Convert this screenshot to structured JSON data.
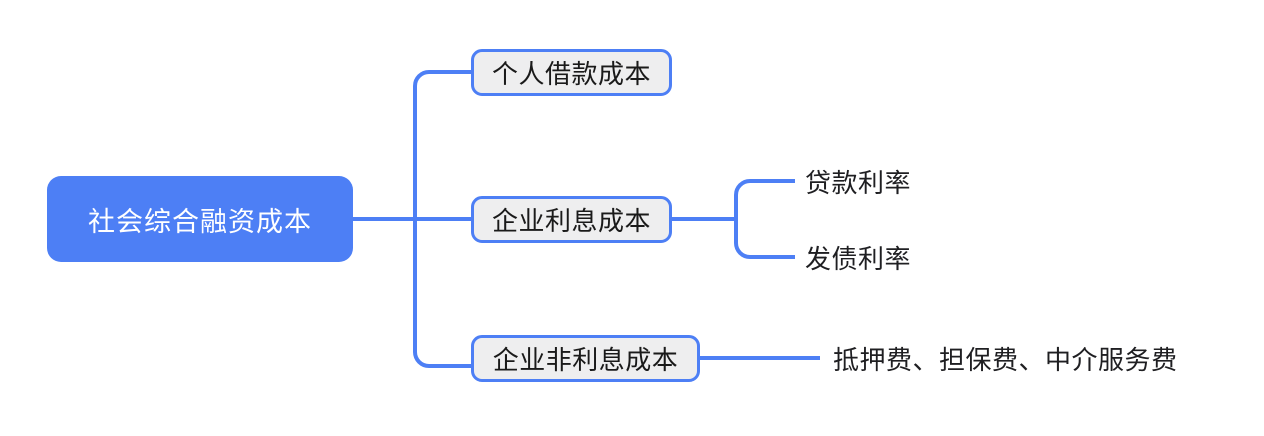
{
  "diagram": {
    "type": "mind-map",
    "orientation": "left-to-right",
    "background_color": "#ffffff",
    "accent_color": "#4d7ff5",
    "node_fill_color": "#eeeeef",
    "text_color": "#1a1a1a",
    "root_text_color": "#ffffff",
    "root": {
      "label": "社会综合融资成本",
      "shape": "rounded-rectangle-filled"
    },
    "branches": [
      {
        "label": "个人借款成本",
        "shape": "rounded-rectangle-outlined",
        "children": []
      },
      {
        "label": "企业利息成本",
        "shape": "rounded-rectangle-outlined",
        "children": [
          {
            "label": "贷款利率"
          },
          {
            "label": "发债利率"
          }
        ]
      },
      {
        "label": "企业非利息成本",
        "shape": "rounded-rectangle-outlined",
        "children": [
          {
            "label": "抵押费、担保费、中介服务费"
          }
        ]
      }
    ]
  }
}
